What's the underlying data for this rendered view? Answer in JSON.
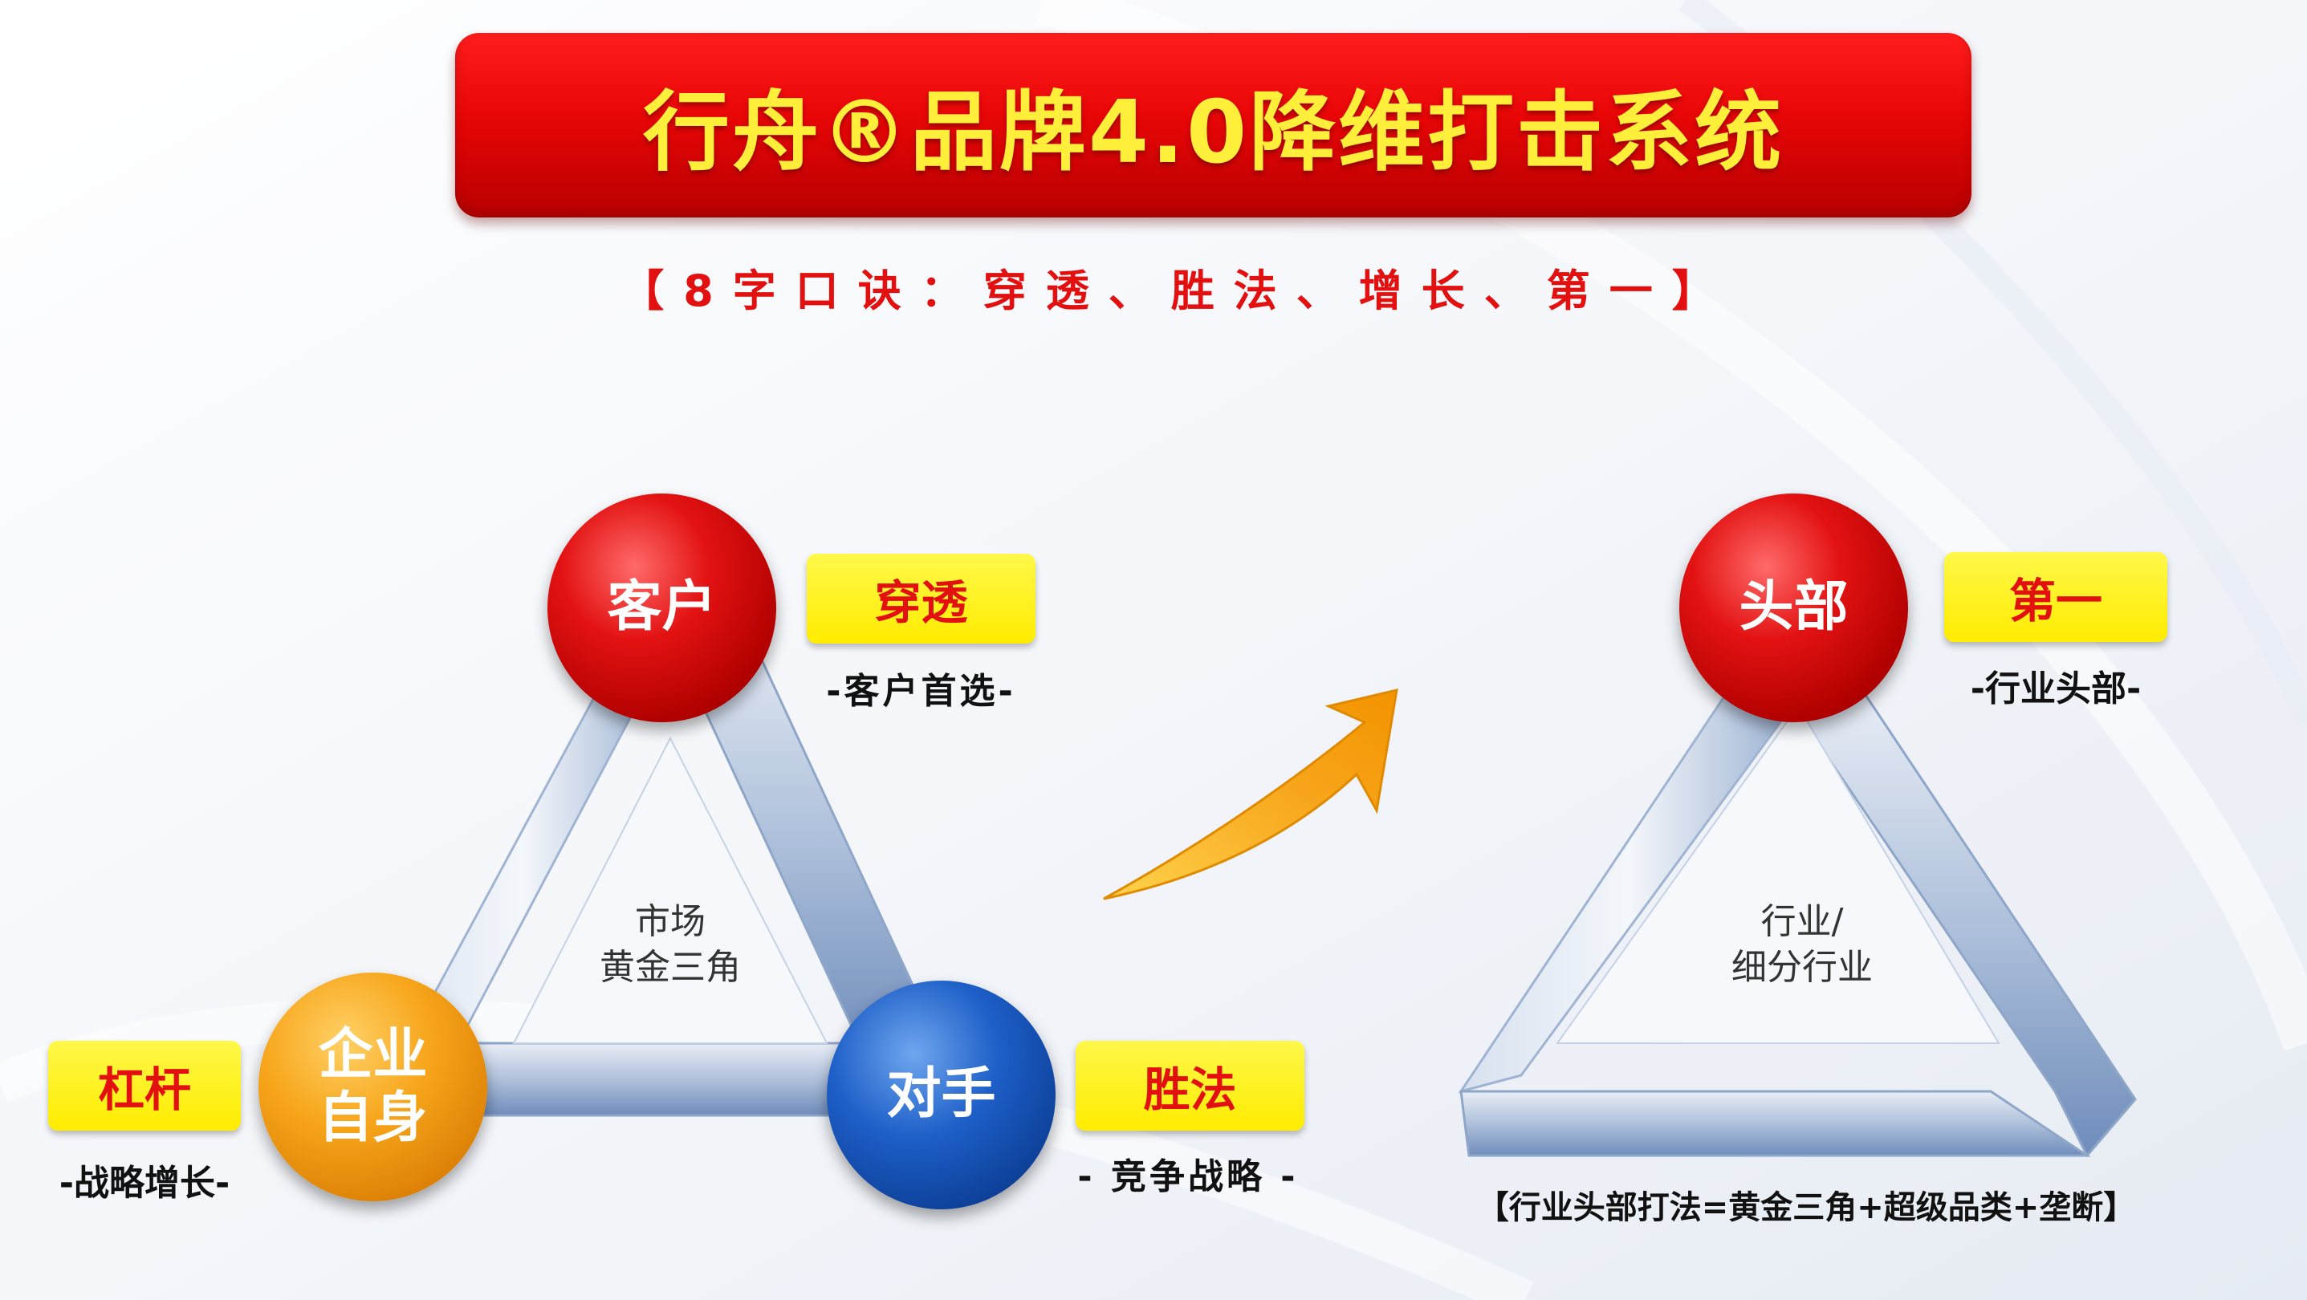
{
  "title": "行舟®品牌4.0降维打击系统",
  "subtitle": "【8字口诀：穿透、胜法、增长、第一】",
  "left_triangle": {
    "center_line1": "市场",
    "center_line2": "黄金三角",
    "top_node": {
      "label": "客户",
      "tag": "穿透",
      "caption": "-客户首选-"
    },
    "right_node": {
      "label": "对手",
      "tag": "胜法",
      "caption": "- 竞争战略 -"
    },
    "left_node": {
      "label_line1": "企业",
      "label_line2": "自身",
      "tag": "杠杆",
      "caption": "-战略增长-"
    }
  },
  "right_triangle": {
    "center_line1": "行业/",
    "center_line2": "细分行业",
    "top_node": {
      "label": "头部",
      "tag": "第一",
      "caption": "-行业头部-"
    },
    "footer": "【行业头部打法=黄金三角+超级品类+垄断】"
  },
  "colors": {
    "banner_red": "#e80606",
    "title_yellow": "#ffef3b",
    "subtitle_red": "#e31010",
    "tag_yellow": "#ffec00",
    "arrow_orange": "#f7a51a",
    "triangle_blue": "#7f9cc6"
  }
}
